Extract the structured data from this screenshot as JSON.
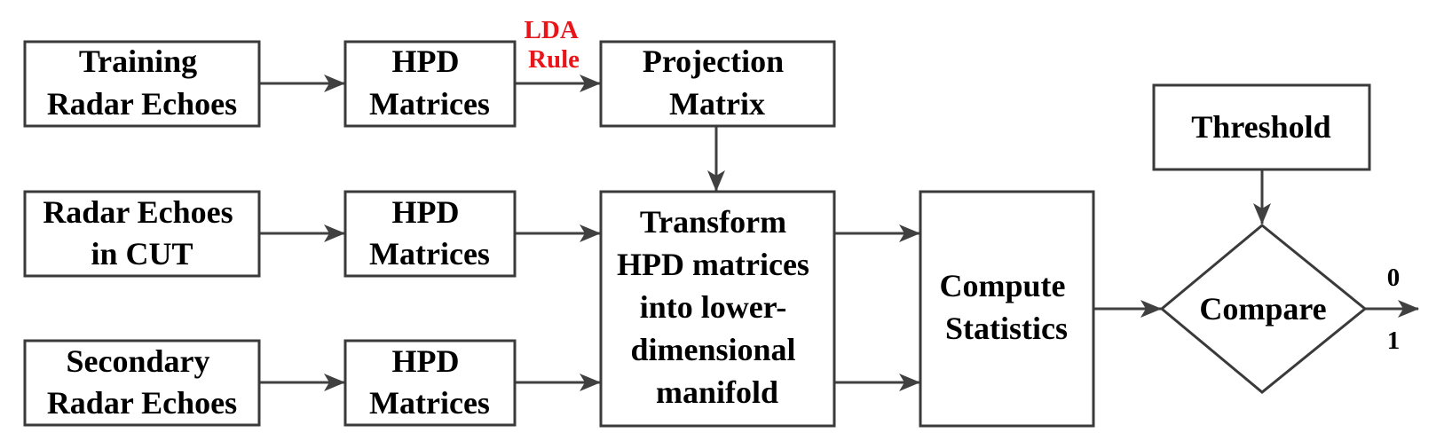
{
  "colors": {
    "box_border": "#3a3a3a",
    "arrow": "#404040",
    "text": "#000000",
    "lda_label": "#e8151b"
  },
  "nodes": {
    "training_radar_echoes": {
      "lines": [
        "Training",
        "Radar Echoes"
      ]
    },
    "radar_echoes_cut": {
      "lines": [
        "Radar Echoes",
        "in CUT"
      ]
    },
    "secondary_radar_echoes": {
      "lines": [
        "Secondary",
        "Radar Echoes"
      ]
    },
    "hpd_matrices_training": {
      "lines": [
        "HPD",
        "Matrices"
      ]
    },
    "hpd_matrices_cut": {
      "lines": [
        "HPD",
        "Matrices"
      ]
    },
    "hpd_matrices_secondary": {
      "lines": [
        "HPD",
        "Matrices"
      ]
    },
    "projection_matrix": {
      "lines": [
        "Projection",
        "Matrix"
      ]
    },
    "transform_manifold": {
      "lines": [
        "Transform",
        "HPD matrices",
        "into lower-",
        "dimensional",
        "manifold"
      ]
    },
    "compute_statistics": {
      "lines": [
        "Compute",
        "Statistics"
      ]
    },
    "threshold": {
      "lines": [
        "Threshold"
      ]
    },
    "compare": {
      "lines": [
        "Compare"
      ]
    }
  },
  "edge_labels": {
    "lda_rule": [
      "LDA",
      "Rule"
    ]
  },
  "outputs": {
    "zero": "0",
    "one": "1"
  }
}
